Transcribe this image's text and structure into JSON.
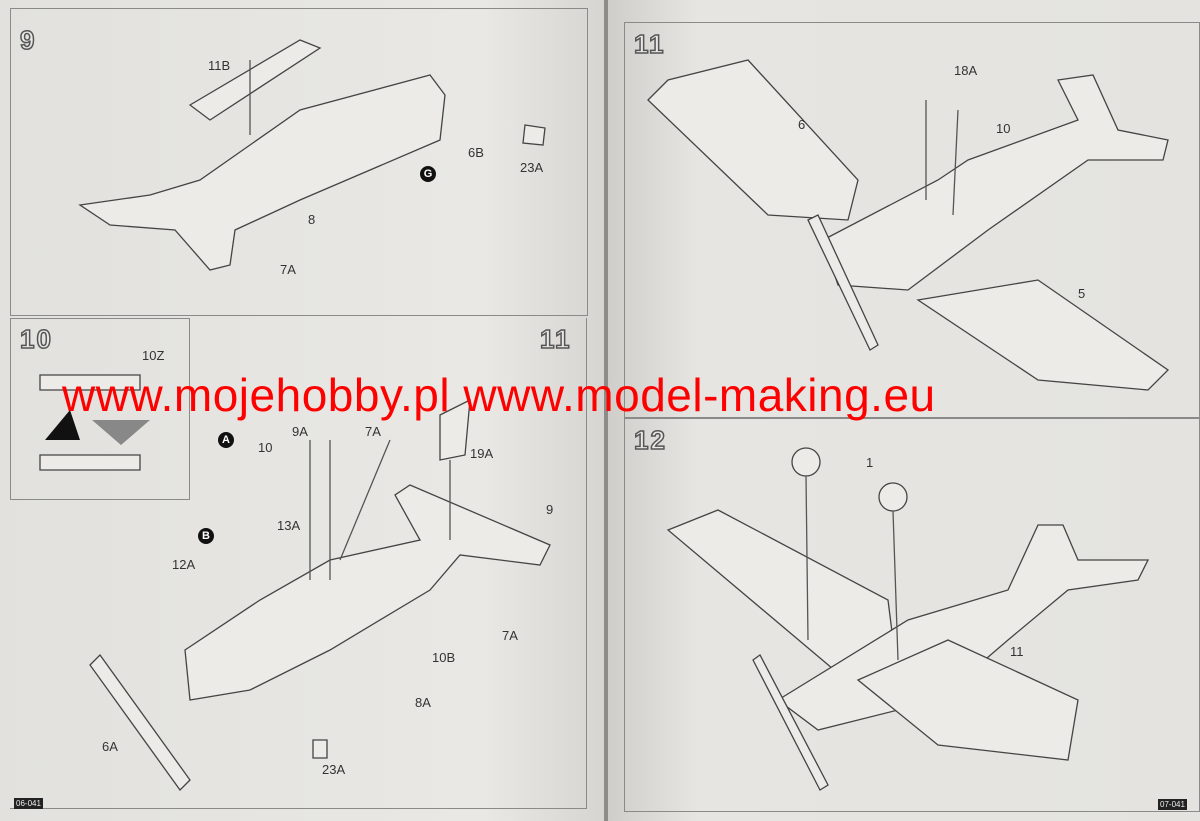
{
  "watermark": "www.mojehobby.pl www.model-making.eu",
  "left_page": {
    "page_number": "06-041",
    "step9": {
      "number": "9",
      "parts": [
        "11B",
        "6B",
        "23A",
        "8",
        "7A"
      ],
      "sprue": "G"
    },
    "step10": {
      "number": "10",
      "parts": [
        "10Z"
      ]
    },
    "step11": {
      "number": "11",
      "parts": [
        "9A",
        "7A",
        "19A",
        "10",
        "13A",
        "12A",
        "9",
        "7A",
        "10B",
        "8A",
        "6A",
        "23A"
      ],
      "sprues": [
        "A",
        "B"
      ]
    }
  },
  "right_page": {
    "page_number": "07-041",
    "step11": {
      "number": "11",
      "parts": [
        "18A",
        "6",
        "10",
        "5"
      ]
    },
    "step12": {
      "number": "12",
      "parts": [
        "1",
        "11"
      ]
    }
  }
}
